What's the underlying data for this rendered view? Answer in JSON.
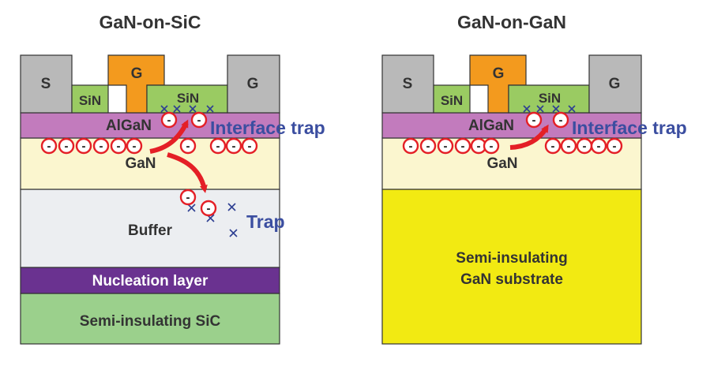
{
  "left": {
    "title": "GaN-on-SiC",
    "source_label": "S",
    "gate_label": "G",
    "drain_label": "G",
    "sin_left_label": "SiN",
    "sin_right_label": "SiN",
    "algan_label": "AlGaN",
    "gan_label": "GaN",
    "buffer_label": "Buffer",
    "nucleation_label": "Nucleation layer",
    "substrate_label": "Semi-insulating SiC",
    "interface_trap_label": "Interface trap",
    "trap_label": "Trap",
    "electron_symbol": "-"
  },
  "right": {
    "title": "GaN-on-GaN",
    "source_label": "S",
    "gate_label": "G",
    "drain_label": "G",
    "sin_left_label": "SiN",
    "sin_right_label": "SiN",
    "algan_label": "AlGaN",
    "gan_label": "GaN",
    "substrate_line1": "Semi-insulating",
    "substrate_line2": "GaN substrate",
    "interface_trap_label": "Interface trap",
    "electron_symbol": "-"
  },
  "colors": {
    "contact": "#b9b9b9",
    "gate": "#f39a1e",
    "sin": "#9acb62",
    "algan": "#c27bbd",
    "gan": "#fbf6cf",
    "buffer": "#eceef1",
    "nucleation": "#6a3290",
    "sic_substrate": "#9bd08c",
    "gan_substrate": "#f2ea12",
    "electron": "#e41f26",
    "arrow": "#e41f26",
    "trap_mark": "#2e3f92",
    "trap_text": "#3b4ea0"
  }
}
